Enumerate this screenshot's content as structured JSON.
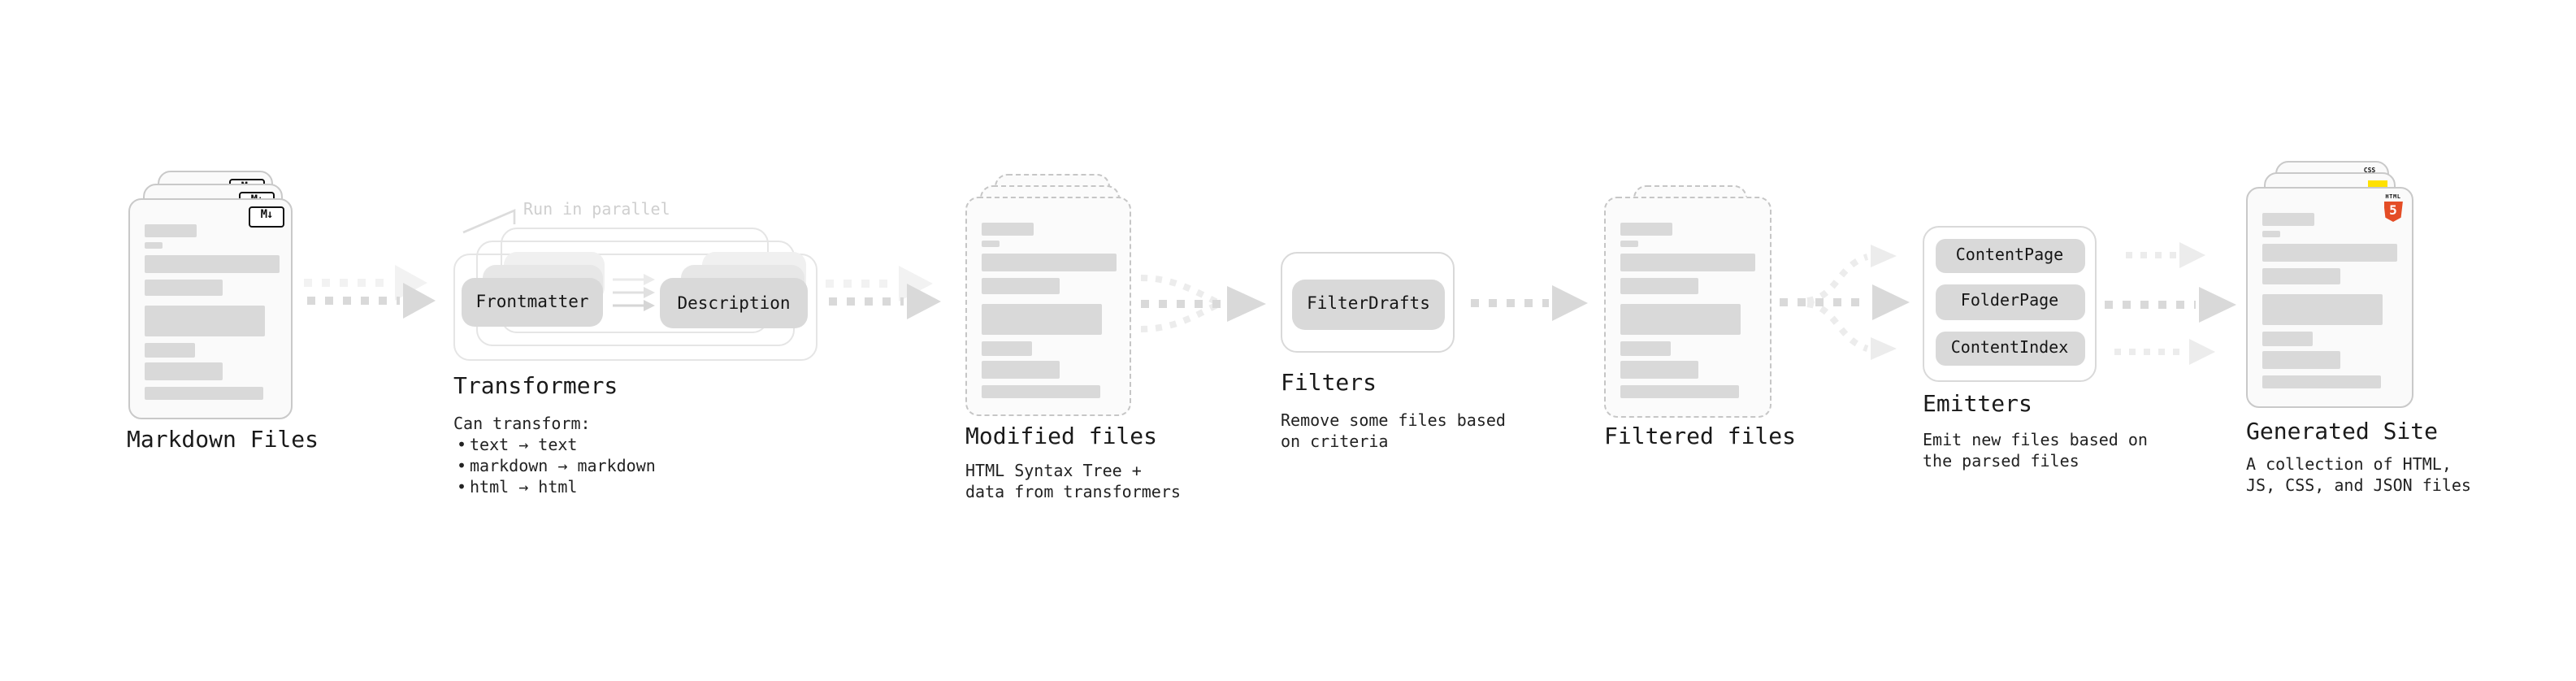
{
  "colors": {
    "card_bg": "#fafafa",
    "card_border": "#c9c9c9",
    "dashed_border": "#c6c6c6",
    "bar": "#d9d9d9",
    "stack_box_border": "#e5e5e5",
    "box_border": "#d9d9d9",
    "pill_bg": "#d9d9d9",
    "pill_ghost_1": "#e7e7e7",
    "pill_ghost_2": "#f0f0f0",
    "pill_text": "#161616",
    "arrow": "#d9d9d9",
    "arrow_ghost": "#f2f2f2",
    "arrow_faint": "#ececec",
    "mini_arrow_top": "#eaeaea",
    "mini_arrow_mid": "#e0e0e0",
    "mini_arrow_bot": "#d6d6d6",
    "heading_text": "#1a1a1a",
    "body_text": "#222222",
    "muted_text": "#cfcfcf",
    "leader_line": "#dcdcdc",
    "icon_ink": "#111111",
    "html5_orange": "#e44d26",
    "js_yellow": "#ffe100",
    "css_blue": "#2668e8"
  },
  "stages": {
    "markdown": {
      "label": "Markdown Files",
      "file_icon": "M↓"
    },
    "transformers": {
      "label": "Transformers",
      "annotation": "Run in parallel",
      "pill_left": "Frontmatter",
      "pill_right": "Description",
      "desc_title": "Can transform:",
      "bullet_marker": "•",
      "bullets": [
        "text → text",
        "markdown → markdown",
        "html → html"
      ]
    },
    "modified": {
      "label": "Modified files",
      "description": "HTML Syntax Tree +\ndata from transformers"
    },
    "filters": {
      "label": "Filters",
      "pill": "FilterDrafts",
      "description": "Remove some files based\non criteria"
    },
    "filtered": {
      "label": "Filtered files"
    },
    "emitters": {
      "label": "Emitters",
      "pills": [
        "ContentPage",
        "FolderPage",
        "ContentIndex"
      ],
      "description": "Emit new files based on\nthe parsed files"
    },
    "generated": {
      "label": "Generated Site",
      "description": "A collection of HTML,\nJS, CSS, and JSON files",
      "badge_html": "HTML",
      "badge_html_number": "5",
      "badge_css": "CSS"
    }
  }
}
